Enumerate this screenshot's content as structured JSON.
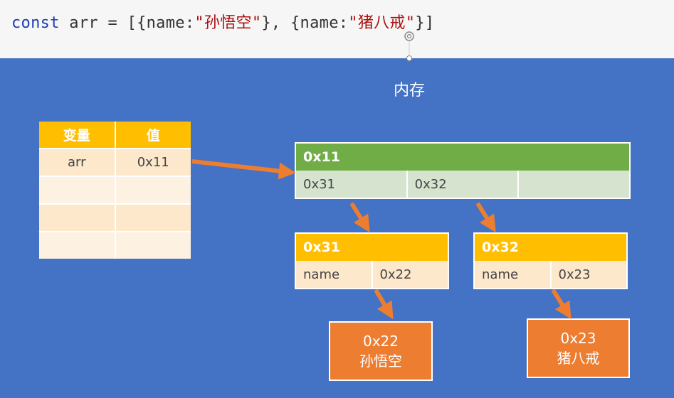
{
  "code": {
    "keyword": "const",
    "p1": " arr = [{name:",
    "s1": "\"孙悟空\"",
    "p2": "}, {name:",
    "s2": "\"猪八戒\"",
    "p3": "}]"
  },
  "memory_title": "内存",
  "variable_table": {
    "headers": [
      "变量",
      "值"
    ],
    "rows": [
      [
        "arr",
        "0x11"
      ],
      [
        "",
        ""
      ],
      [
        "",
        ""
      ],
      [
        "",
        ""
      ]
    ]
  },
  "array_box": {
    "address": "0x11",
    "cells": [
      "0x31",
      "0x32",
      ""
    ]
  },
  "object_boxes": [
    {
      "address": "0x31",
      "key": "name",
      "value": "0x22"
    },
    {
      "address": "0x32",
      "key": "name",
      "value": "0x23"
    }
  ],
  "string_boxes": [
    {
      "address": "0x22",
      "text": "孙悟空"
    },
    {
      "address": "0x23",
      "text": "猪八戒"
    }
  ],
  "colors": {
    "background": "#4472c4",
    "table_header": "#ffbf00",
    "array_header": "#70ad47",
    "string_box": "#ed7d31",
    "arrow": "#ed7d31"
  },
  "icons": [
    "mouse-cursor-icon"
  ]
}
